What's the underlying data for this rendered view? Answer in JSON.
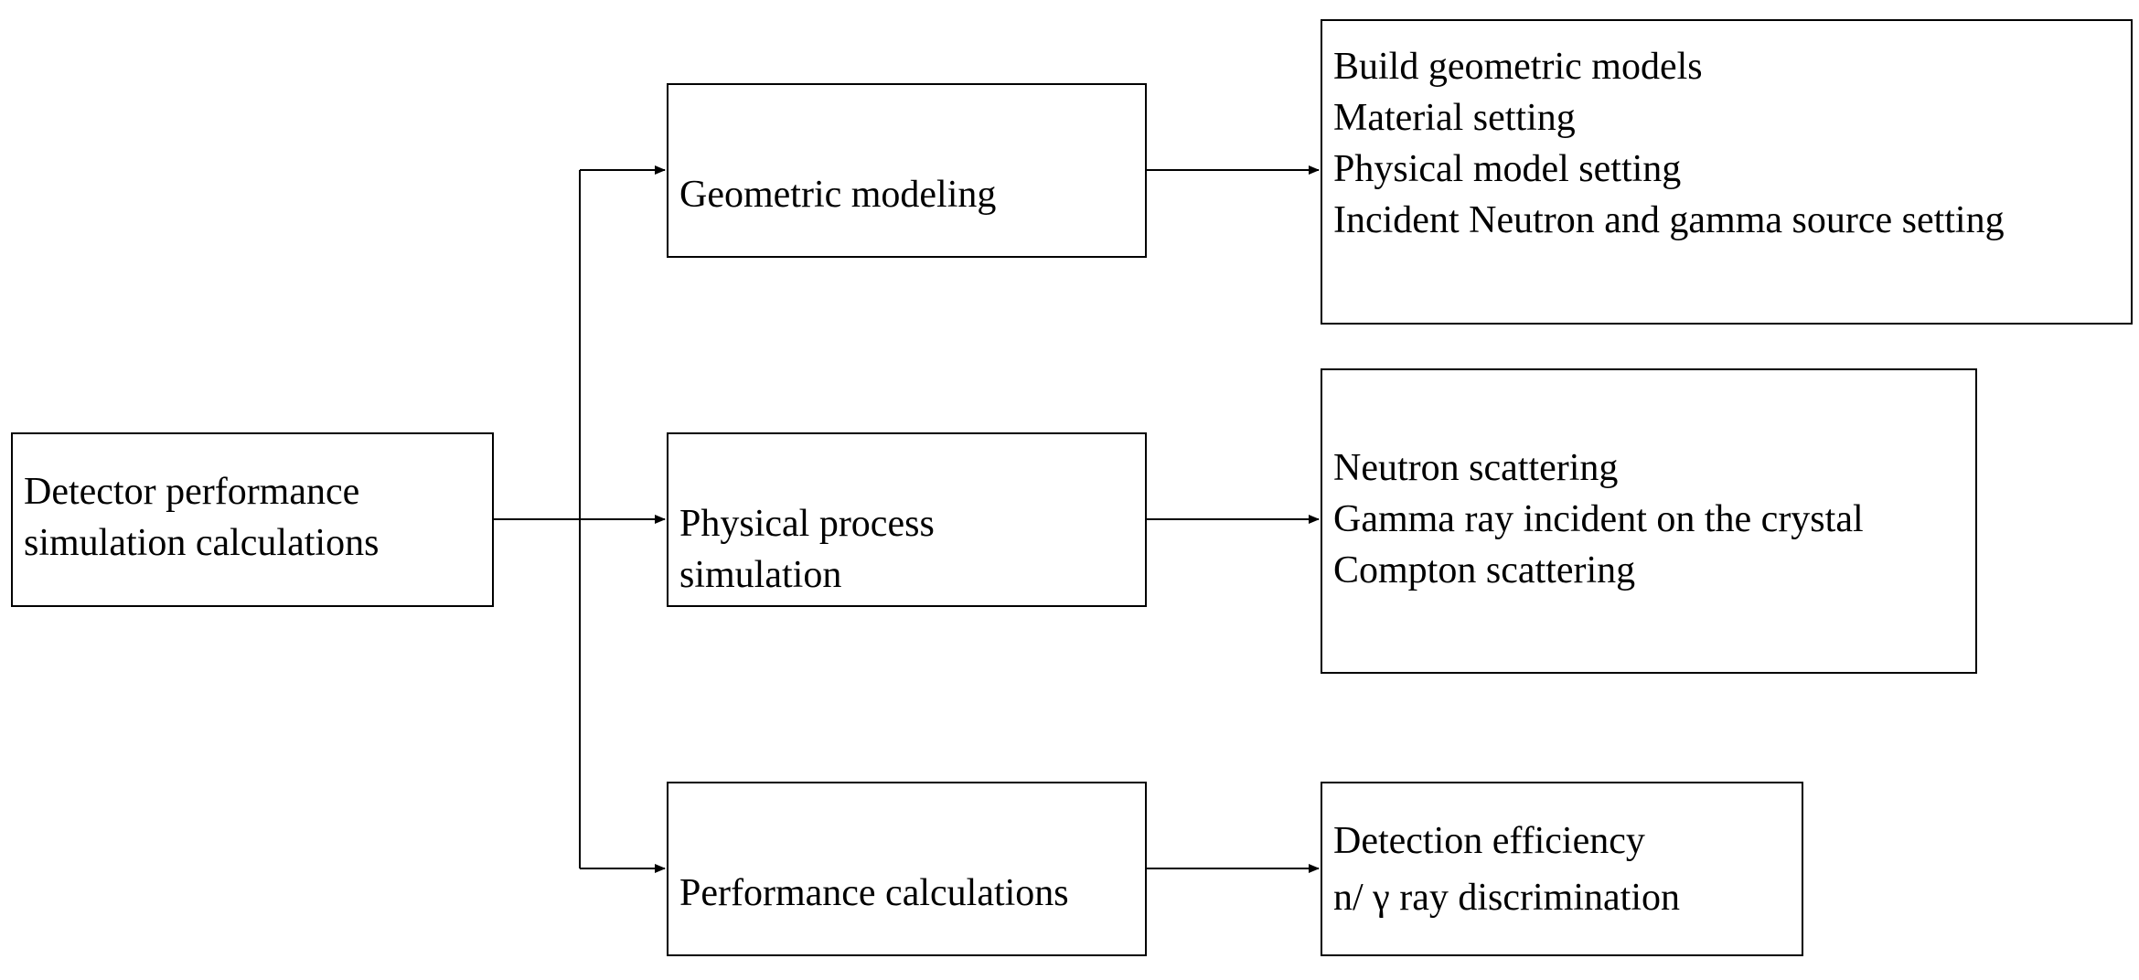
{
  "diagram": {
    "root": {
      "lines": [
        "Detector performance",
        "simulation calculations"
      ]
    },
    "stages": [
      {
        "lines": [
          "Geometric modeling"
        ],
        "details": [
          "Build geometric models",
          "Material setting",
          "Physical model setting",
          "Incident Neutron and gamma source setting"
        ]
      },
      {
        "lines": [
          "Physical process",
          "simulation"
        ],
        "details": [
          "Neutron scattering",
          "Gamma ray incident on the crystal",
          "Compton scattering"
        ]
      },
      {
        "lines": [
          "Performance calculations"
        ],
        "details": [
          "Detection efficiency",
          "n/ γ  ray discrimination"
        ]
      }
    ]
  }
}
